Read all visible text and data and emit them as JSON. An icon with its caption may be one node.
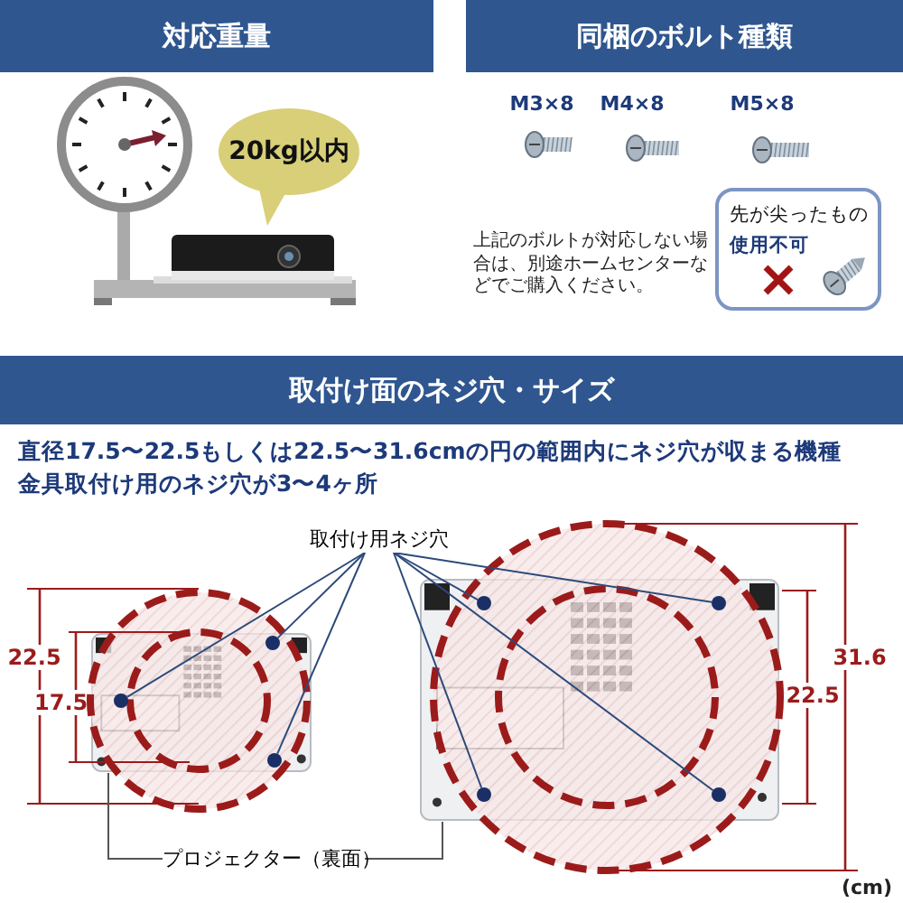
{
  "diagram": {
    "nodes": [
      {
        "text": [
          "対応重量"
        ]
      },
      {
        "text": [
          "同梱のボルト種類"
        ]
      },
      {
        "text": [
          "20kg以内"
        ]
      },
      {
        "text": [
          "先が尖ったもの",
          "使用不可"
        ]
      },
      {
        "text": [
          "取付け面のネジ穴・サイズ"
        ]
      },
      {
        "text": [
          "取付け用ネジ穴"
        ]
      },
      {
        "text": [],
        "shape": "picture"
      },
      {
        "text": [],
        "shape": "picture"
      },
      {
        "text": [],
        "shape": "circle",
        "in": 6
      },
      {
        "text": [],
        "shape": "circle",
        "in": 6
      },
      {
        "text": [],
        "shape": "circle",
        "in": 6
      },
      {
        "text": [],
        "shape": "circle",
        "in": 7
      },
      {
        "text": [],
        "shape": "circle",
        "in": 7
      },
      {
        "text": [],
        "shape": "circle",
        "in": 7
      },
      {
        "text": [],
        "shape": "circle",
        "in": 7
      },
      {
        "text": [
          "プロジェクター（裏面）"
        ]
      }
    ],
    "edges": [
      {
        "from": 5,
        "to": 8,
        "arrow": "none"
      },
      {
        "from": 5,
        "to": 9,
        "arrow": "none"
      },
      {
        "from": 5,
        "to": 10,
        "arrow": "none"
      },
      {
        "from": 5,
        "to": 11,
        "arrow": "none"
      },
      {
        "from": 5,
        "to": 12,
        "arrow": "none"
      },
      {
        "from": 5,
        "to": 13,
        "arrow": "none"
      },
      {
        "from": 5,
        "to": 14,
        "arrow": "none"
      },
      {
        "from": 15,
        "to": 6,
        "arrow": "none"
      },
      {
        "from": 15,
        "to": 7,
        "arrow": "none"
      }
    ],
    "labels": [
      "M3×8",
      "M4×8",
      "M5×8",
      "上記のボルトが対応しない場合は、別途ホームセンターなどでご購入ください。",
      "直径17.5〜22.5もしくは22.5〜31.6cmの円の範囲内にネジ穴が収まる機種",
      "金具取付け用のネジ穴が3〜4ヶ所",
      "22.5",
      "17.5",
      "31.6",
      "22.5",
      "(cm)"
    ]
  }
}
